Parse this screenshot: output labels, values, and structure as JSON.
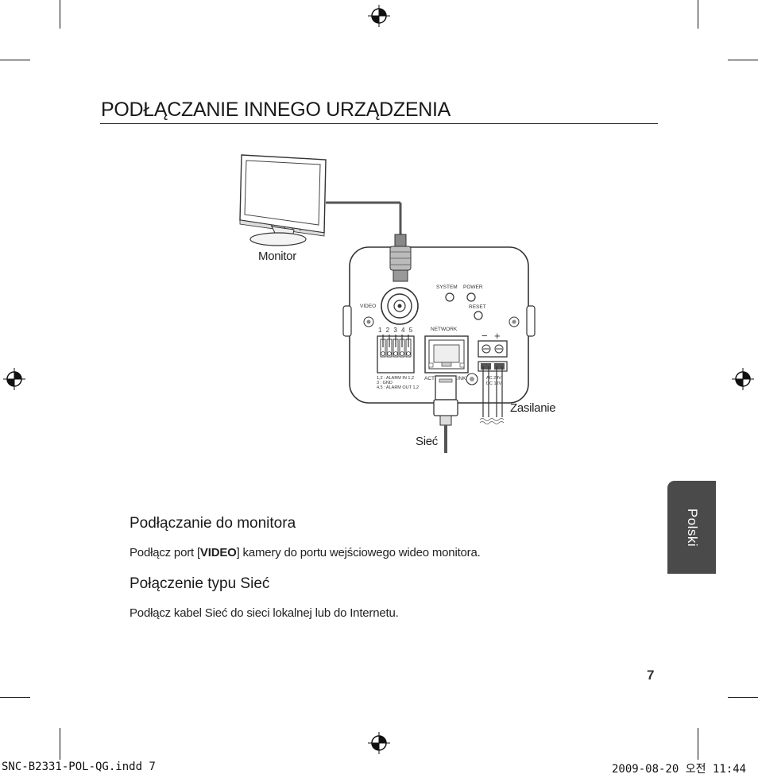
{
  "title": "PODŁĄCZANIE INNEGO URZĄDZENIA",
  "diagram": {
    "monitor_label": "Monitor",
    "power_label": "Zasilanie",
    "network_label": "Sieć",
    "video_port": "VIDEO",
    "system_led": "SYSTEM",
    "power_led": "POWER",
    "reset_button": "RESET",
    "network_port": "NETWORK",
    "act_led": "ACT",
    "link_led": "LINK",
    "terminal_numbers": "1 2 3 4 5",
    "alarm_line1": "1,2 : ALARM IN 1,2",
    "alarm_line2": "3 : GND",
    "alarm_line3": "4,5 : ALARM OUT 1,2",
    "minus_sign": "−",
    "plus_sign": "+",
    "ac_label": "AC 24V",
    "dc_label": "DC 12V"
  },
  "sections": [
    {
      "heading": "Podłączanie do monitora",
      "text_before": "Podłącz port [",
      "text_bold": "VIDEO",
      "text_after": "] kamery do portu wejściowego wideo monitora."
    },
    {
      "heading": "Połączenie typu Sieć",
      "text": "Podłącz kabel Sieć do sieci lokalnej lub do Internetu."
    }
  ],
  "language_tab": "Polski",
  "page_number": "7",
  "footer": {
    "file": "SNC-B2331-POL-QG.indd   7",
    "datetime": "2009-08-20   오전 11:44"
  }
}
